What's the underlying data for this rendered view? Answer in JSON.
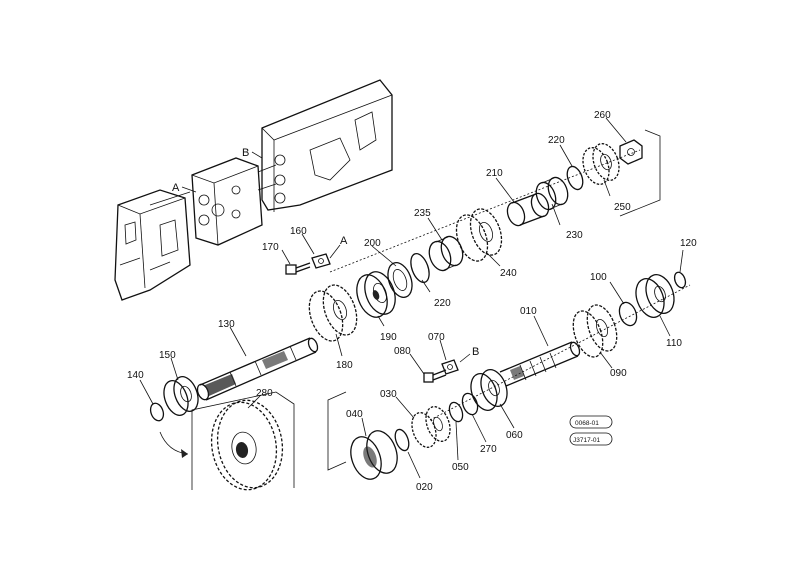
{
  "part_numbers": {
    "p010": "010",
    "p020": "020",
    "p030": "030",
    "p040": "040",
    "p050": "050",
    "p060": "060",
    "p070": "070",
    "p080": "080",
    "p090": "090",
    "p100": "100",
    "p110": "110",
    "p120": "120",
    "p130": "130",
    "p140": "140",
    "p150": "150",
    "p160": "160",
    "p170": "170",
    "p180": "180",
    "p190": "190",
    "p200": "200",
    "p210": "210",
    "p220a": "220",
    "p220b": "220",
    "p230": "230",
    "p235": "235",
    "p240": "240",
    "p250": "250",
    "p260": "260",
    "p270": "270",
    "p280": "280"
  },
  "callouts": {
    "a1": "A",
    "a2": "A",
    "b1": "B",
    "b2": "B"
  },
  "refs": {
    "r1": "0068-01",
    "r2": "J3717-01"
  }
}
